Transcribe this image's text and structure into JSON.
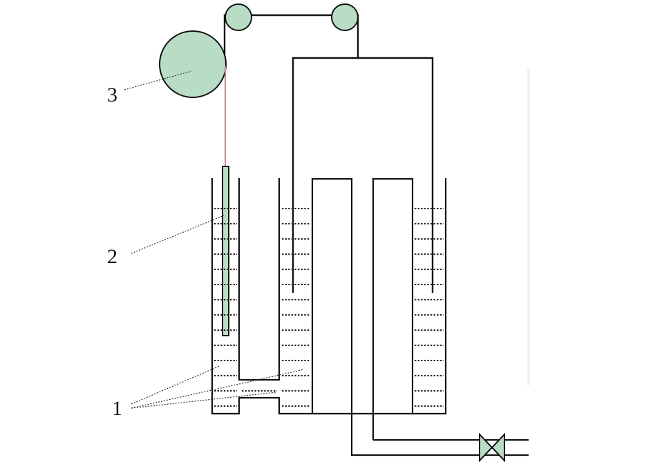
{
  "labels": {
    "one": "1",
    "two": "2",
    "three": "3"
  },
  "colors": {
    "component_fill": "#b9dcc4",
    "line": "#111111",
    "wire": "#c98a8a",
    "faint_rule": "#eef2f7"
  }
}
